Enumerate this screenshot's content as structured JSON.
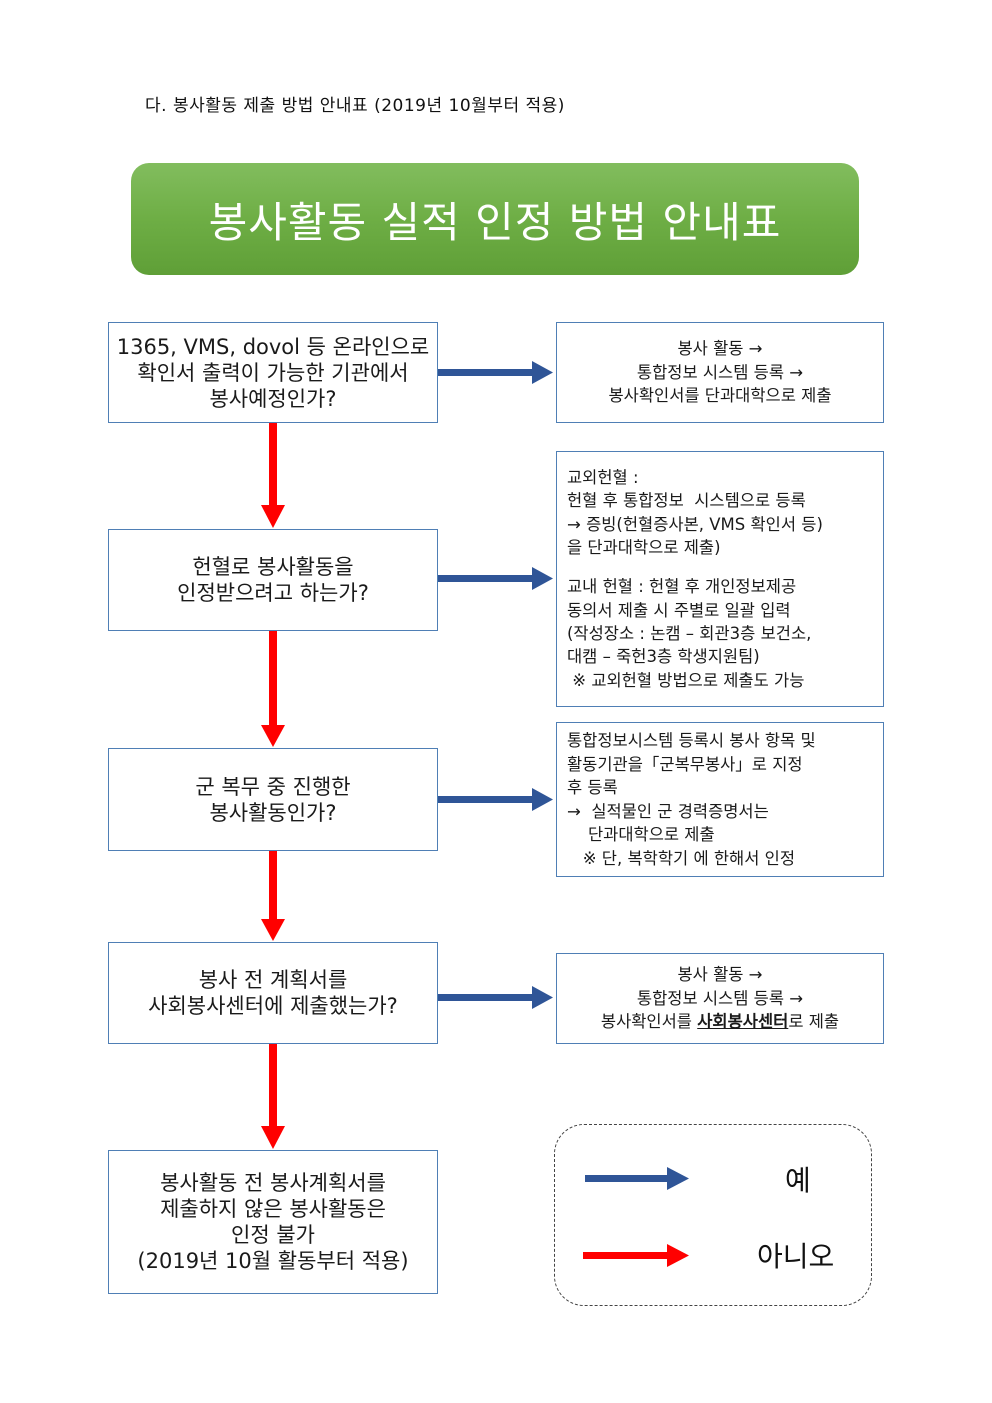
{
  "heading": "다. 봉사활동 제출 방법 안내표 (2019년  10월부터 적용)",
  "banner": {
    "title": "봉사활동 실적 인정 방법 안내표",
    "color": "#6eae45"
  },
  "colors": {
    "yes_arrow": "#2f5597",
    "no_arrow": "#ff0000",
    "box_border": "#4f7fb5"
  },
  "questions": [
    {
      "lines": [
        "1365, VMS, dovol 등 온라인으로",
        "확인서 출력이 가능한 기관에서",
        "봉사예정인가?"
      ]
    },
    {
      "lines": [
        "헌혈로 봉사활동을",
        "인정받으려고 하는가?"
      ]
    },
    {
      "lines": [
        "군 복무 중 진행한",
        "봉사활동인가?"
      ]
    },
    {
      "lines": [
        "봉사 전 계획서를",
        "사회봉사센터에 제출했는가?"
      ]
    },
    {
      "lines": [
        "봉사활동 전 봉사계획서를",
        "제출하지 않은 봉사활동은",
        "인정 불가",
        "(2019년 10월 활동부터 적용)"
      ]
    }
  ],
  "answers": [
    {
      "lines": [
        "봉사 활동 →",
        "통합정보 시스템 등록 →",
        "봉사확인서를 단과대학으로 제출"
      ]
    },
    {
      "lines": [
        "교외헌혈 :",
        "헌혈 후 통합정보  시스템으로 등록",
        "→ 증빙(헌혈증사본, VMS 확인서 등)",
        "을 단과대학으로 제출)",
        "",
        "교내 헌혈 : 헌혈 후 개인정보제공",
        "동의서 제출 시 주별로 일괄 입력",
        "(작성장소 : 논캠 – 회관3층 보건소,",
        "대캠 – 죽헌3층 학생지원팀)",
        " ※ 교외헌혈 방법으로 제출도 가능"
      ]
    },
    {
      "lines": [
        "통합정보시스템 등록시 봉사 항목 및",
        "활동기관을「군복무봉사」로 지정",
        "후 등록",
        "→  실적물인 군 경력증명서는",
        "    단과대학으로 제출",
        "   ※ 단, 복학학기 에 한해서 인정"
      ]
    },
    {
      "line1": "봉사 활동 →",
      "line2": "통합정보 시스템 등록 →",
      "line3_prefix": "봉사확인서를 ",
      "line3_emphasis": "사회봉사센터",
      "line3_suffix": "로 제출"
    }
  ],
  "legend": {
    "yes_label": "예",
    "no_label": "아니오"
  }
}
